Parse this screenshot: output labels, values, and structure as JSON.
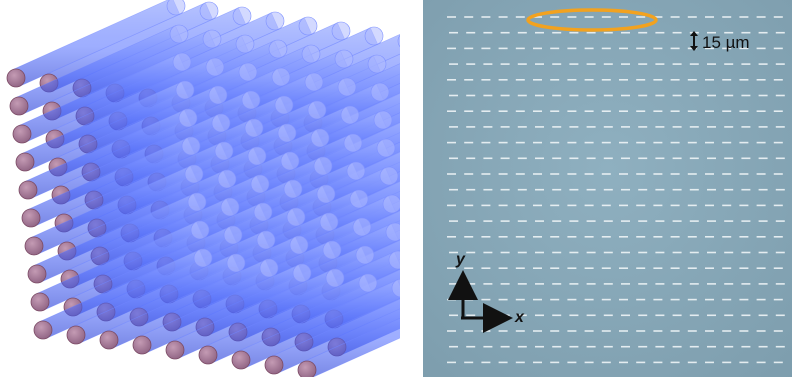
{
  "panels": {
    "left": {
      "kind": "3d-rod-array-illustration"
    },
    "right": {
      "kind": "microscope-image",
      "scale_bar": {
        "label": "15 µm"
      },
      "axes": {
        "x_label": "x",
        "y_label": "y"
      },
      "highlight_color": "#f2a21f",
      "background_color": "#89a7b5"
    }
  },
  "colors": {
    "rod_body": "#5f78ff",
    "rod_cap": "#a97a9a",
    "rod_cap_stroke": "#7b4a64"
  }
}
